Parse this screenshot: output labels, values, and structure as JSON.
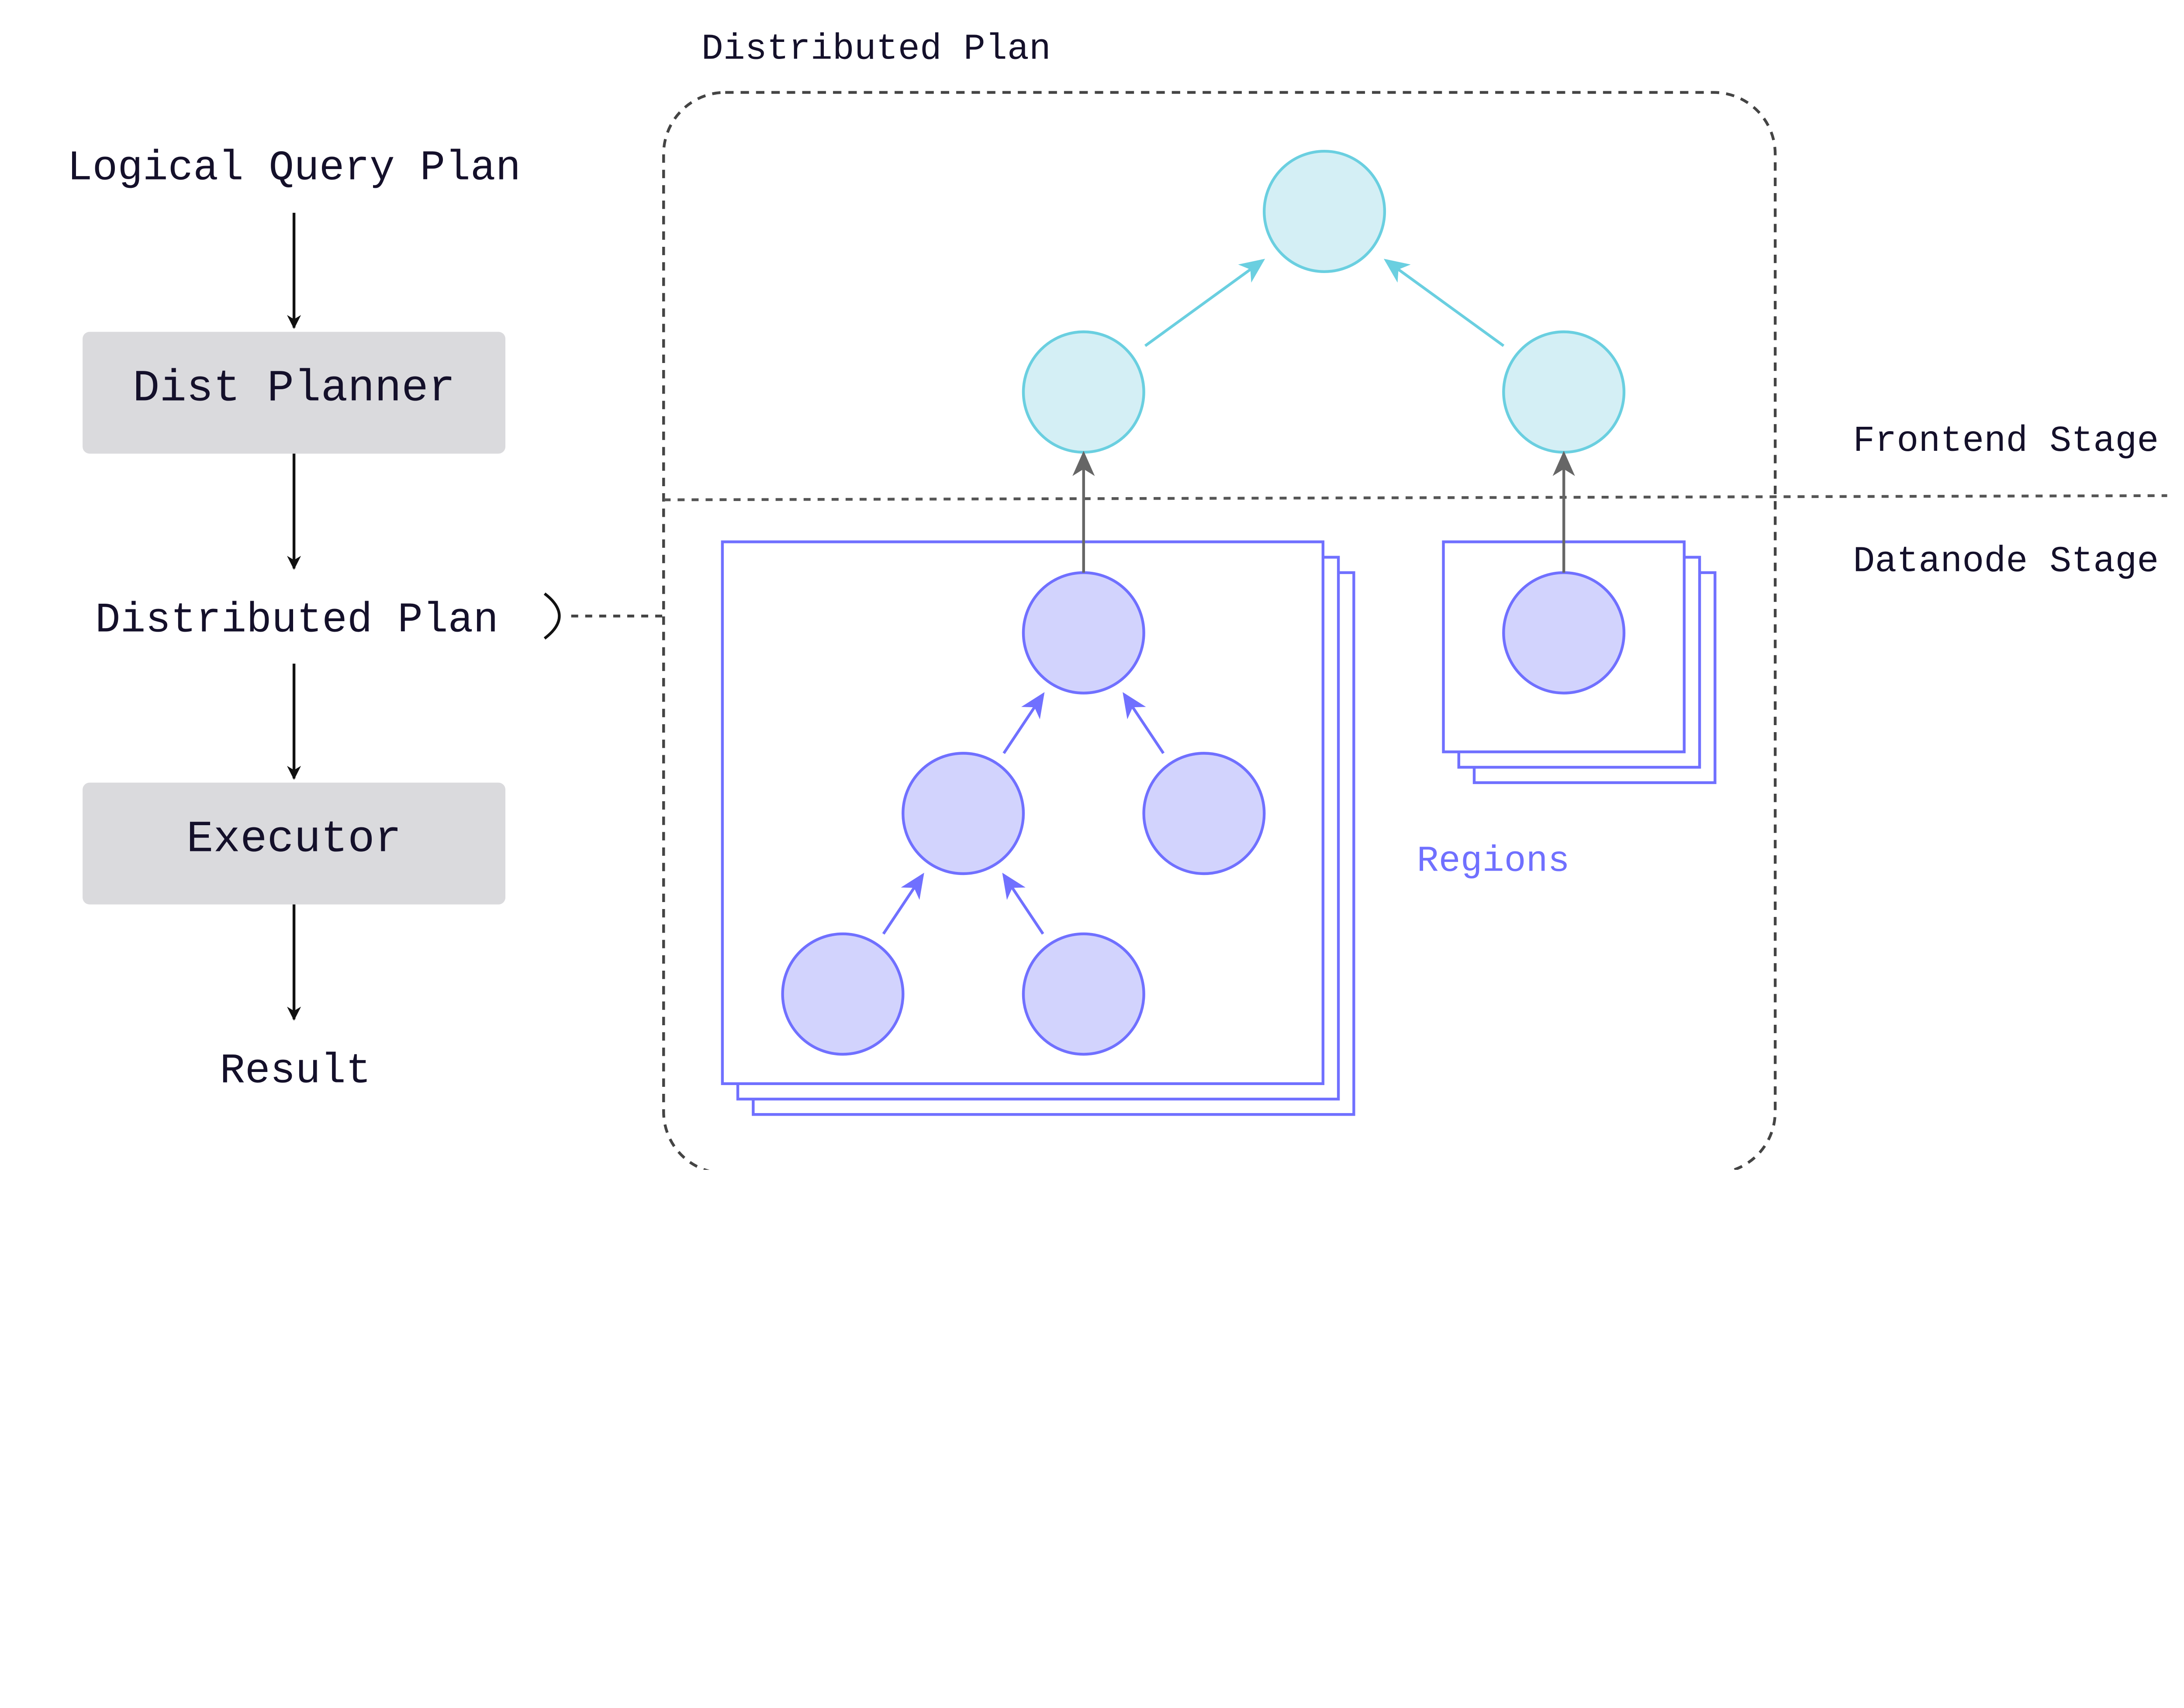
{
  "left_flow": {
    "logical_plan": "Logical Query Plan",
    "dist_planner": "Dist Planner",
    "distributed_plan": "Distributed Plan",
    "executor": "Executor",
    "result": "Result"
  },
  "distributed_plan_panel": {
    "title": "Distributed Plan",
    "frontend_stage": "Frontend Stage",
    "datanode_stage": "Datanode Stage",
    "regions_label": "Regions"
  },
  "colors": {
    "frontend_node_fill": "#d4eff5",
    "frontend_node_stroke": "#6acfe0",
    "datanode_node_fill": "#d2d3fd",
    "datanode_node_stroke": "#7070ff",
    "process_box": "#dadadd",
    "connector": "#666666"
  }
}
